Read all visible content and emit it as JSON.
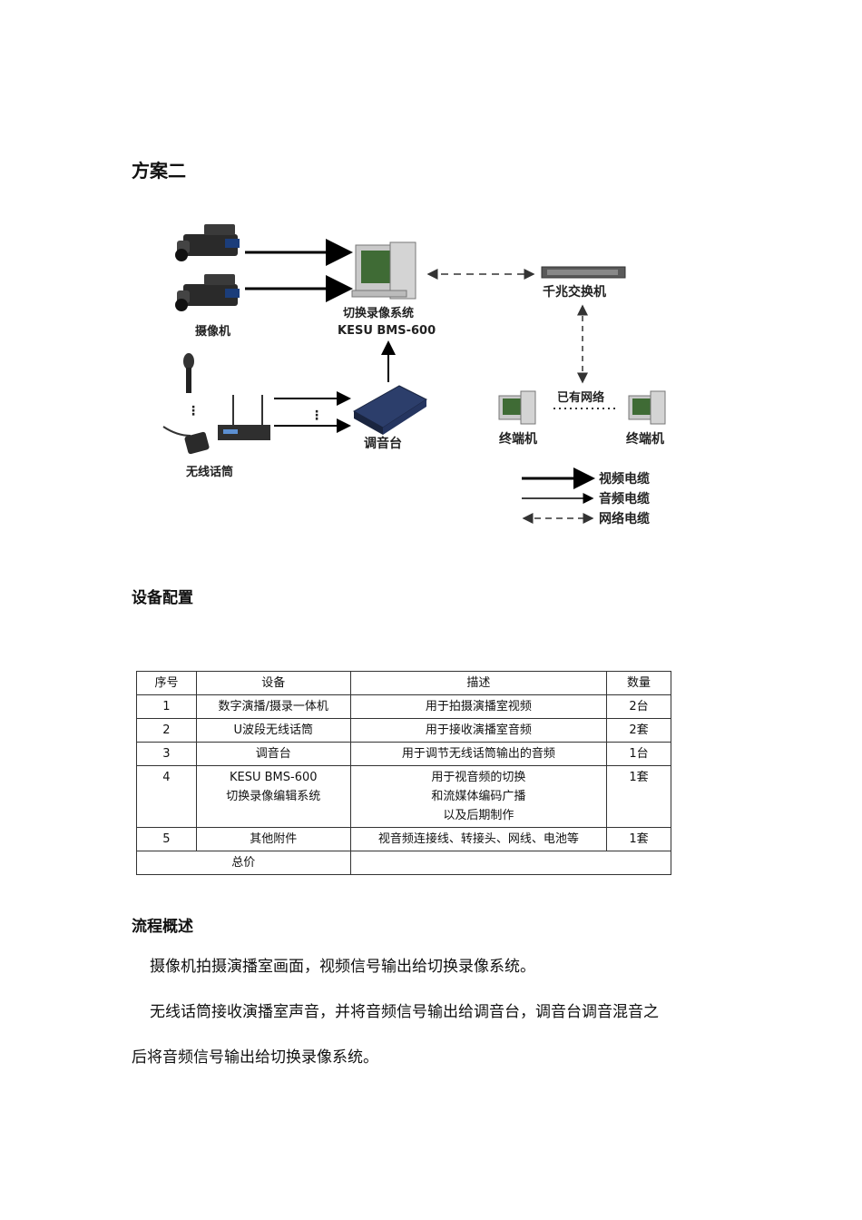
{
  "title": "方案二",
  "diagram": {
    "camera_label": "摄像机",
    "recorder_label_1": "切换录像系统",
    "recorder_label_2": "KESU BMS-600",
    "switch_label": "千兆交换机",
    "network_label": "已有网络",
    "terminal_left_label": "终端机",
    "terminal_right_label": "终端机",
    "mixer_label": "调音台",
    "mic_label": "无线话筒",
    "legend": {
      "video": "视频电缆",
      "audio": "音频电缆",
      "network": "网络电缆"
    }
  },
  "equipment_heading": "设备配置",
  "table": {
    "headers": [
      "序号",
      "设备",
      "描述",
      "数量"
    ],
    "rows": [
      {
        "no": "1",
        "device": [
          "数字演播/摄录一体机"
        ],
        "desc": [
          "用于拍摄演播室视频"
        ],
        "qty": "2台"
      },
      {
        "no": "2",
        "device": [
          "U波段无线话筒"
        ],
        "desc": [
          "用于接收演播室音频"
        ],
        "qty": "2套"
      },
      {
        "no": "3",
        "device": [
          "调音台"
        ],
        "desc": [
          "用于调节无线话筒输出的音频"
        ],
        "qty": "1台"
      },
      {
        "no": "4",
        "device": [
          "KESU BMS-600",
          "切换录像编辑系统"
        ],
        "desc": [
          "用于视音频的切换",
          "和流媒体编码广播",
          "以及后期制作"
        ],
        "qty": "1套"
      },
      {
        "no": "5",
        "device": [
          "其他附件"
        ],
        "desc": [
          "视音频连接线、转接头、网线、电池等"
        ],
        "qty": "1套"
      }
    ],
    "total_label": "总价",
    "total_value": ""
  },
  "process_heading": "流程概述",
  "paragraphs": {
    "p1": "摄像机拍摄演播室画面，视频信号输出给切换录像系统。",
    "p2_line1": "无线话筒接收演播室声音，并将音频信号输出给调音台，调音台调音混音之",
    "p2_line2": "后将音频信号输出给切换录像系统。"
  }
}
